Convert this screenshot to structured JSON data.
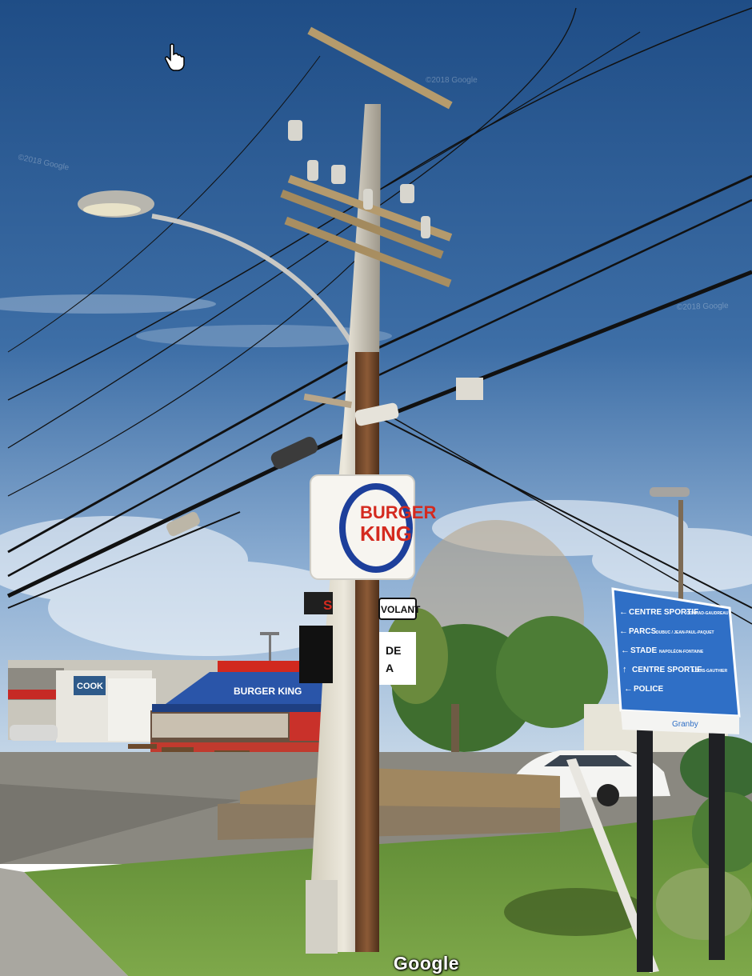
{
  "overlay": {
    "attribution": "Google",
    "watermarks": [
      "©2018 Google",
      "©2018 Google",
      "©2018 Google"
    ]
  },
  "scene": {
    "burger_king_sign_top": "BURGER",
    "burger_king_sign_bottom": "KING",
    "small_sign_left": "S",
    "small_sign_right": "VOLANT",
    "lower_sign_lines": [
      "DE",
      "A"
    ],
    "building_sign": "BURGER KING",
    "left_store_sign": "COOK",
    "direction_sign": {
      "rows": [
        {
          "arrow": "←",
          "main": "CENTRE SPORTIF",
          "small": "CONRAD-GAUDREAU"
        },
        {
          "arrow": "←",
          "main": "PARCS",
          "small": "DUBUC / JEAN-PAUL-PAQUET"
        },
        {
          "arrow": "←",
          "main": "STADE",
          "small": "NAPOLÉON-FONTAINE"
        },
        {
          "arrow": "↑",
          "main": "CENTRE SPORTIF",
          "small": "LOUIS-GAUTHIER"
        },
        {
          "arrow": "←",
          "main": "POLICE",
          "small": ""
        }
      ],
      "footer": "Granby"
    },
    "colors": {
      "sky_top": "#2d5d94",
      "sky_bottom": "#8fb0d4",
      "sign_blue": "#2f6fc6",
      "bk_red": "#d42a1f",
      "bk_blue": "#1d3f9b",
      "grass": "#6f9a3e",
      "pole": "#8a8478",
      "pole_brown": "#7a4e2e"
    }
  }
}
